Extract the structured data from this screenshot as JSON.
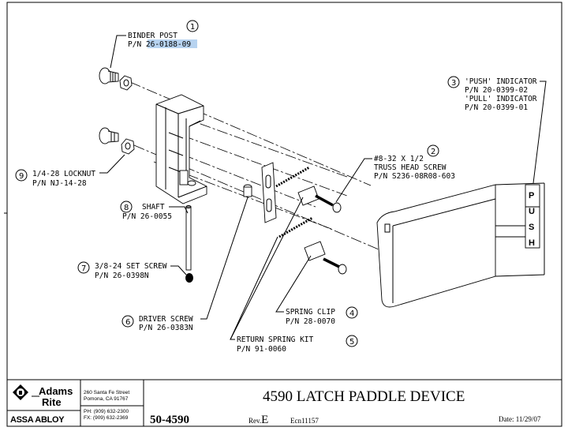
{
  "callouts": [
    {
      "num": "1",
      "line1": "BINDER POST",
      "line2_prefix": "P/N ",
      "line2_value": "26-0188-09"
    },
    {
      "num": "2",
      "line1": "#8-32 X 1/2",
      "line2": "TRUSS HEAD SCREW",
      "line3": "P/N S236-08R08-603"
    },
    {
      "num": "3",
      "line1": "'PUSH' INDICATOR",
      "line2": "P/N 20-0399-02",
      "line3": "'PULL' INDICATOR",
      "line4": "P/N 20-0399-01"
    },
    {
      "num": "4",
      "line1": "SPRING CLIP",
      "line2": "P/N 28-0070"
    },
    {
      "num": "5",
      "line1": "RETURN SPRING KIT",
      "line2": "P/N 91-0060"
    },
    {
      "num": "6",
      "line1": "DRIVER SCREW",
      "line2": "P/N 26-0383N"
    },
    {
      "num": "7",
      "line1": "3/8-24 SET SCREW",
      "line2": "P/N 26-0398N"
    },
    {
      "num": "8",
      "line1": "SHAFT",
      "line2": "P/N 26-0055"
    },
    {
      "num": "9",
      "line1": "1/4-28 LOCKNUT",
      "line2": "P/N NJ-14-28"
    }
  ],
  "indicator_letters": [
    "P",
    "U",
    "S",
    "H"
  ],
  "title_block": {
    "brand_top": "Adams",
    "brand_bottom": "Rite",
    "parent": "ASSA ABLOY",
    "address1": "260 Santa Fe Street",
    "address2": "Pomona, CA 91767",
    "phone": "PH: (909) 632-2300",
    "fax": "FX: (909) 632-2369",
    "title": "4590 LATCH PADDLE DEVICE",
    "part_number": "50-4590",
    "rev_label": "Rev.",
    "rev_value": "E",
    "ecn": "Ecn11157",
    "date": "Date: 11/29/07"
  },
  "colors": {
    "highlight": "#b7d3f0",
    "line": "#000000"
  }
}
